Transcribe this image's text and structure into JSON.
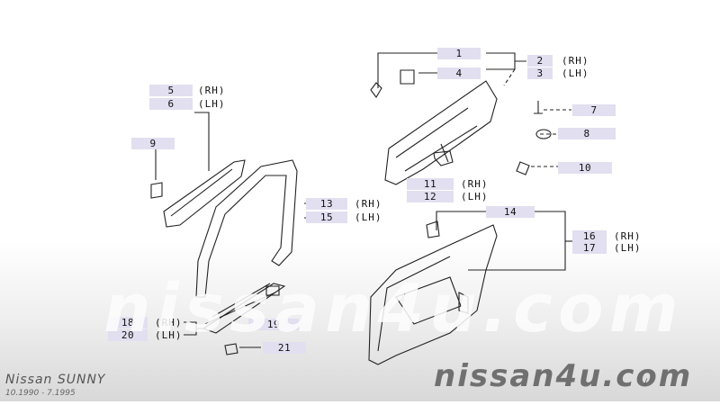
{
  "diagram": {
    "parts": [
      {
        "no": "1"
      },
      {
        "no": "2"
      },
      {
        "no": "3"
      },
      {
        "no": "4"
      },
      {
        "no": "5"
      },
      {
        "no": "6"
      },
      {
        "no": "7"
      },
      {
        "no": "8"
      },
      {
        "no": "9"
      },
      {
        "no": "10"
      },
      {
        "no": "11"
      },
      {
        "no": "12"
      },
      {
        "no": "13"
      },
      {
        "no": "14"
      },
      {
        "no": "15"
      },
      {
        "no": "16"
      },
      {
        "no": "17"
      },
      {
        "no": "18"
      },
      {
        "no": "19"
      },
      {
        "no": "20"
      },
      {
        "no": "21"
      }
    ],
    "side": {
      "rh": "(RH)",
      "lh": "(LH)"
    }
  },
  "watermark": {
    "big": "nissan4u.com",
    "small": "nissan4u.com"
  },
  "footer": {
    "model": "Nissan SUNNY",
    "dates": "10.1990  -  7.1995",
    "mark": "/"
  }
}
